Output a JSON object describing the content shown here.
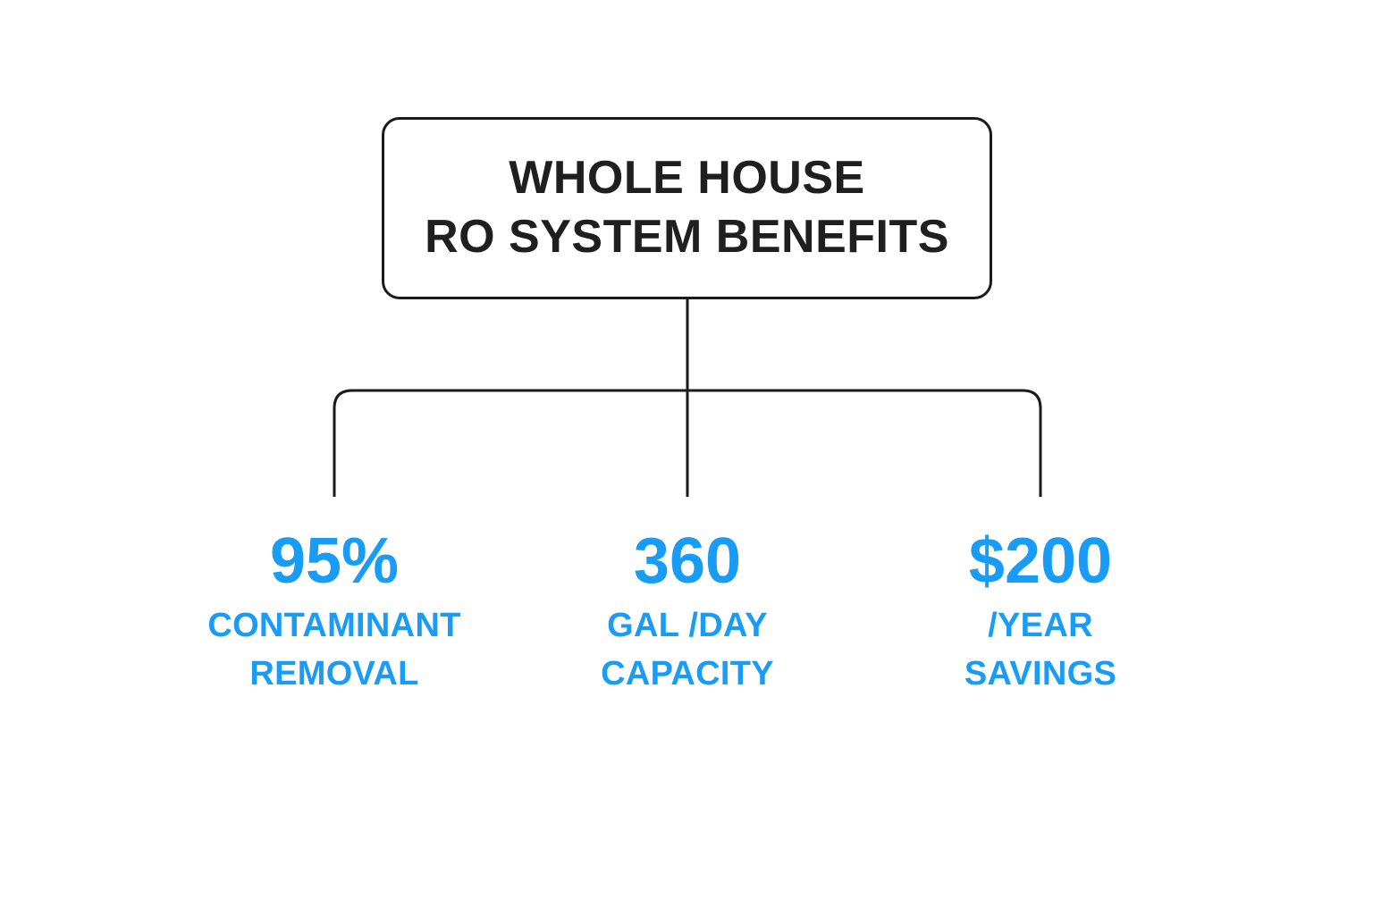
{
  "diagram": {
    "type": "org-tree",
    "background_color": "#ffffff",
    "line_color": "#1b1b1b",
    "accent_color": "#189cf5",
    "title_color": "#1f1f1f",
    "root": {
      "title_line_1": "WHOLE HOUSE",
      "title_line_2": "RO SYSTEM BENEFITS"
    },
    "branches": [
      {
        "value": "95%",
        "label_line_1": "CONTAMINANT",
        "label_line_2": "REMOVAL"
      },
      {
        "value": "360",
        "label_line_1": "GAL /DAY",
        "label_line_2": "CAPACITY"
      },
      {
        "value": "$200",
        "label_line_1": "/YEAR",
        "label_line_2": "SAVINGS"
      }
    ]
  }
}
